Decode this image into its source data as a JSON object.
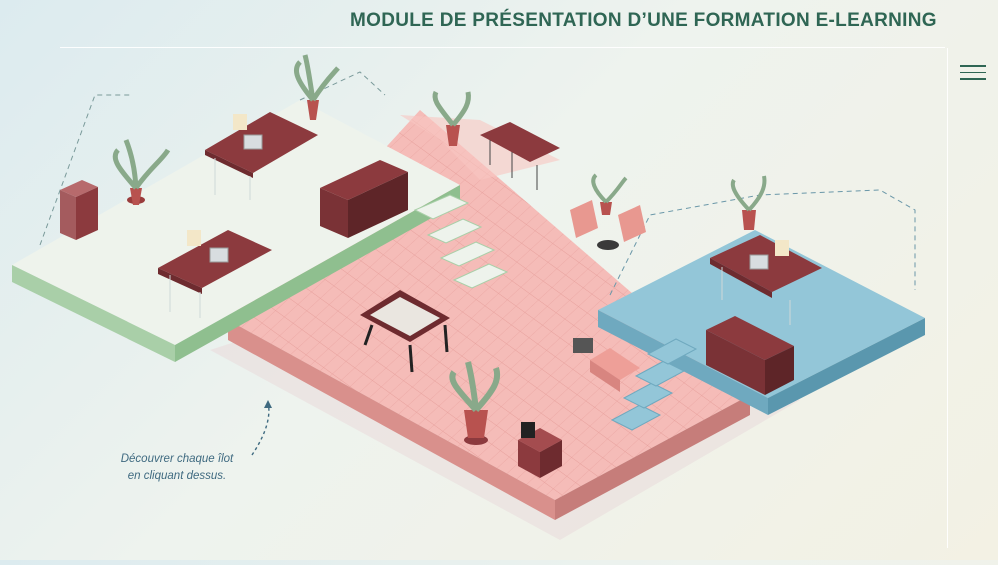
{
  "page": {
    "title": "MODULE DE PRÉSENTATION D’UNE FORMATION E-LEARNING",
    "hint_line1": "Découvrer chaque îlot",
    "hint_line2": "en cliquant dessus."
  },
  "menu": {
    "icon": "hamburger-menu-icon"
  },
  "colors": {
    "title": "#2f6654",
    "green_island": "#eef3ec",
    "pink_island": "#f5bcb8",
    "blue_island": "#93c6d8",
    "furniture": "#8c3a3e"
  },
  "islands": [
    {
      "name": "green-office-island",
      "color": "#eef3ec"
    },
    {
      "name": "pink-lounge-island",
      "color": "#f5bcb8"
    },
    {
      "name": "blue-meeting-island",
      "color": "#93c6d8"
    }
  ]
}
